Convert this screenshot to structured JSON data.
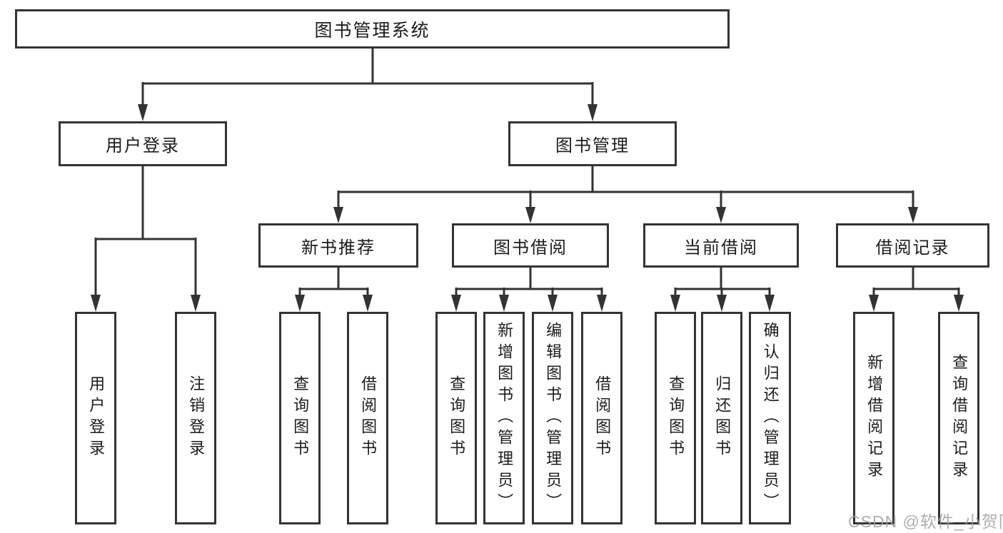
{
  "diagram": {
    "type": "hierarchy-tree",
    "orientation": "top-down"
  },
  "colors": {
    "line": "#333333",
    "box_border": "#333333",
    "text": "#1c1c1c",
    "background": "#ffffff",
    "watermark": "#a0a0a0"
  },
  "tree": {
    "label": "图书管理系统",
    "children": [
      {
        "label": "用户登录",
        "children": [
          {
            "label": "用户登录"
          },
          {
            "label": "注销登录"
          }
        ]
      },
      {
        "label": "图书管理",
        "children": [
          {
            "label": "新书推荐",
            "children": [
              {
                "label": "查询图书"
              },
              {
                "label": "借阅图书"
              }
            ]
          },
          {
            "label": "图书借阅",
            "children": [
              {
                "label": "查询图书"
              },
              {
                "label": "新增图书（管理员）"
              },
              {
                "label": "编辑图书（管理员）"
              },
              {
                "label": "借阅图书"
              }
            ]
          },
          {
            "label": "当前借阅",
            "children": [
              {
                "label": "查询图书"
              },
              {
                "label": "归还图书"
              },
              {
                "label": "确认归还（管理员）"
              }
            ]
          },
          {
            "label": "借阅记录",
            "children": [
              {
                "label": "新增借阅记录"
              },
              {
                "label": "查询借阅记录"
              }
            ]
          }
        ]
      }
    ]
  },
  "watermark": {
    "text": "CSDN @软件_小贺同学"
  }
}
